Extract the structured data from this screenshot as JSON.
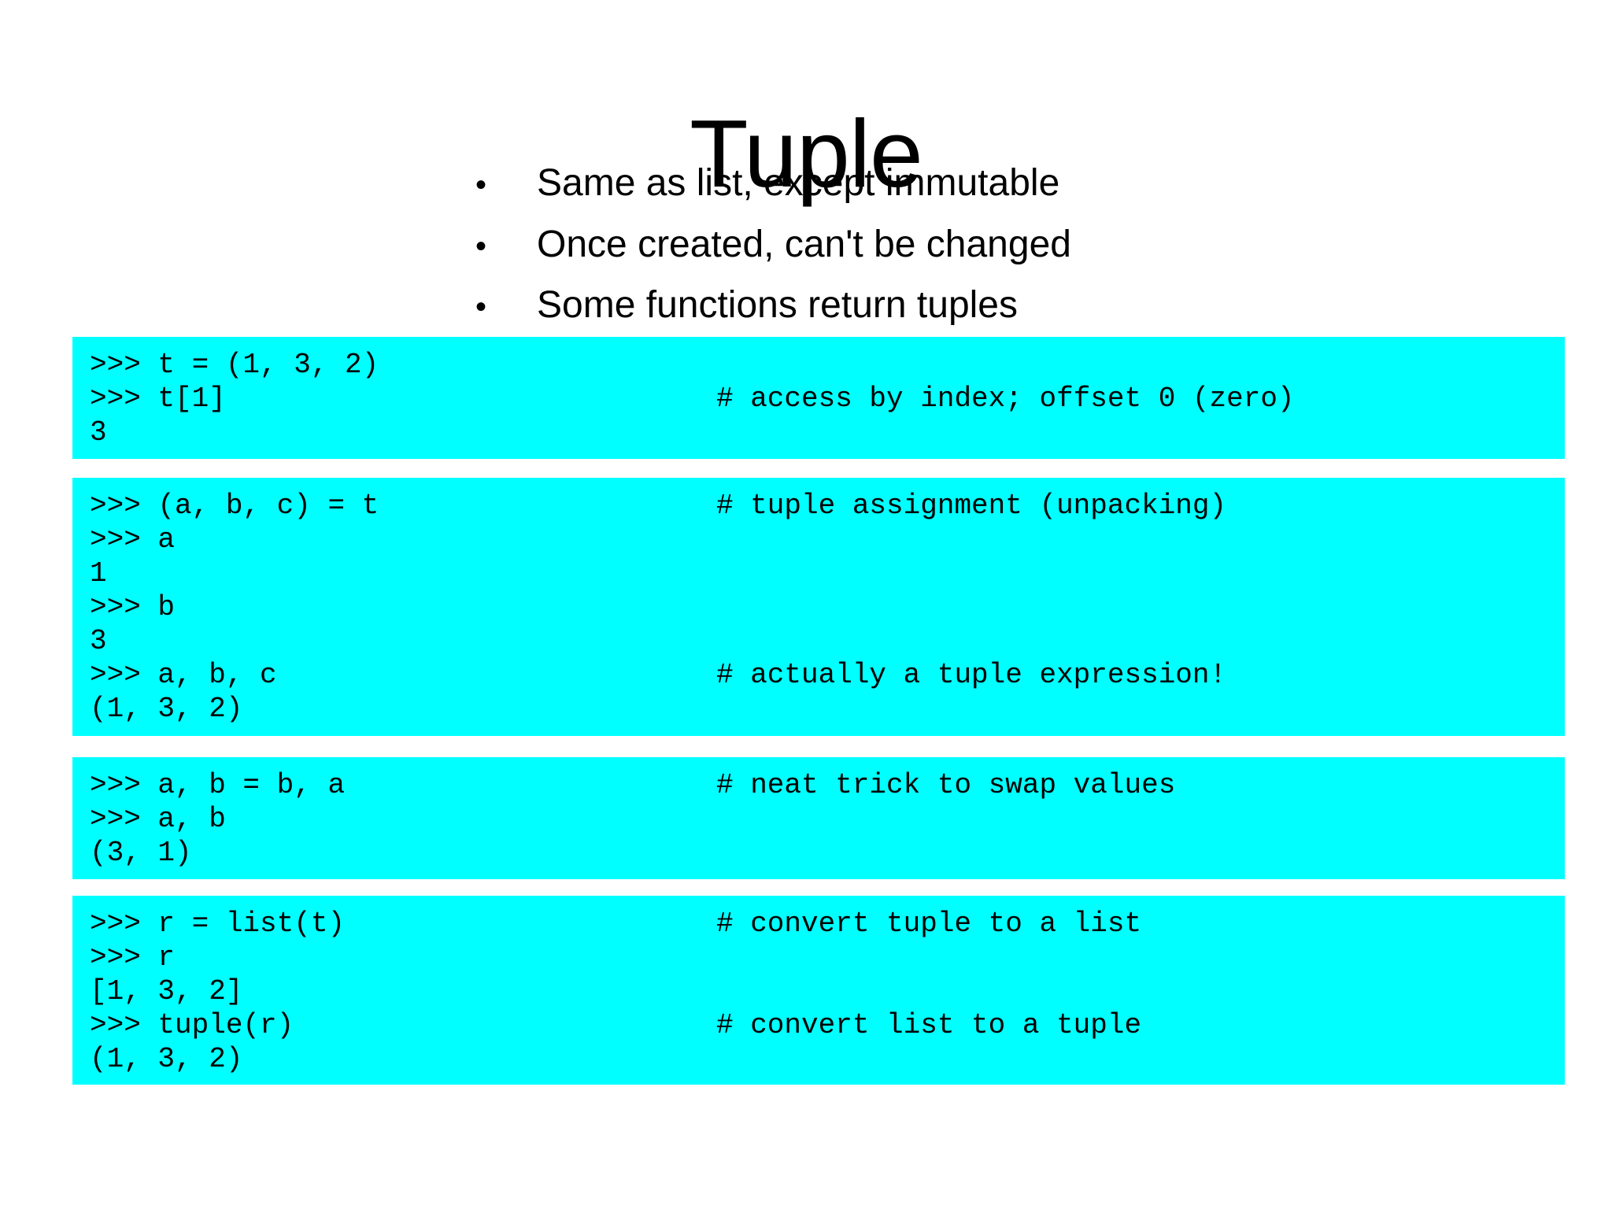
{
  "slide": {
    "title": "Tuple",
    "background_color": "#FFFFFF",
    "text_color": "#000000",
    "code_background_color": "#00FFFF"
  },
  "bullets": [
    {
      "marker": "•",
      "text": "Same as list, except immutable"
    },
    {
      "marker": "•",
      "text": "Once created, can't be changed"
    },
    {
      "marker": "•",
      "text": "Some functions return tuples"
    }
  ],
  "code_blocks": [
    {
      "id": "block-1",
      "lines": [
        {
          "code": ">>> t = (1, 3, 2)",
          "comment": ""
        },
        {
          "code": ">>> t[1]",
          "comment": "# access by index; offset 0 (zero)"
        },
        {
          "code": "3",
          "comment": ""
        }
      ]
    },
    {
      "id": "block-2",
      "lines": [
        {
          "code": ">>> (a, b, c) = t",
          "comment": "# tuple assignment (unpacking)"
        },
        {
          "code": ">>> a",
          "comment": ""
        },
        {
          "code": "1",
          "comment": ""
        },
        {
          "code": ">>> b",
          "comment": ""
        },
        {
          "code": "3",
          "comment": ""
        },
        {
          "code": ">>> a, b, c",
          "comment": "# actually a tuple expression!"
        },
        {
          "code": "(1, 3, 2)",
          "comment": ""
        }
      ]
    },
    {
      "id": "block-3",
      "lines": [
        {
          "code": ">>> a, b = b, a",
          "comment": "# neat trick to swap values"
        },
        {
          "code": ">>> a, b",
          "comment": ""
        },
        {
          "code": "(3, 1)",
          "comment": ""
        }
      ]
    },
    {
      "id": "block-4",
      "lines": [
        {
          "code": ">>> r = list(t)",
          "comment": "# convert tuple to a list"
        },
        {
          "code": ">>> r",
          "comment": ""
        },
        {
          "code": "[1, 3, 2]",
          "comment": ""
        },
        {
          "code": ">>> tuple(r)",
          "comment": "# convert list to a tuple"
        },
        {
          "code": "(1, 3, 2)",
          "comment": ""
        }
      ]
    }
  ]
}
